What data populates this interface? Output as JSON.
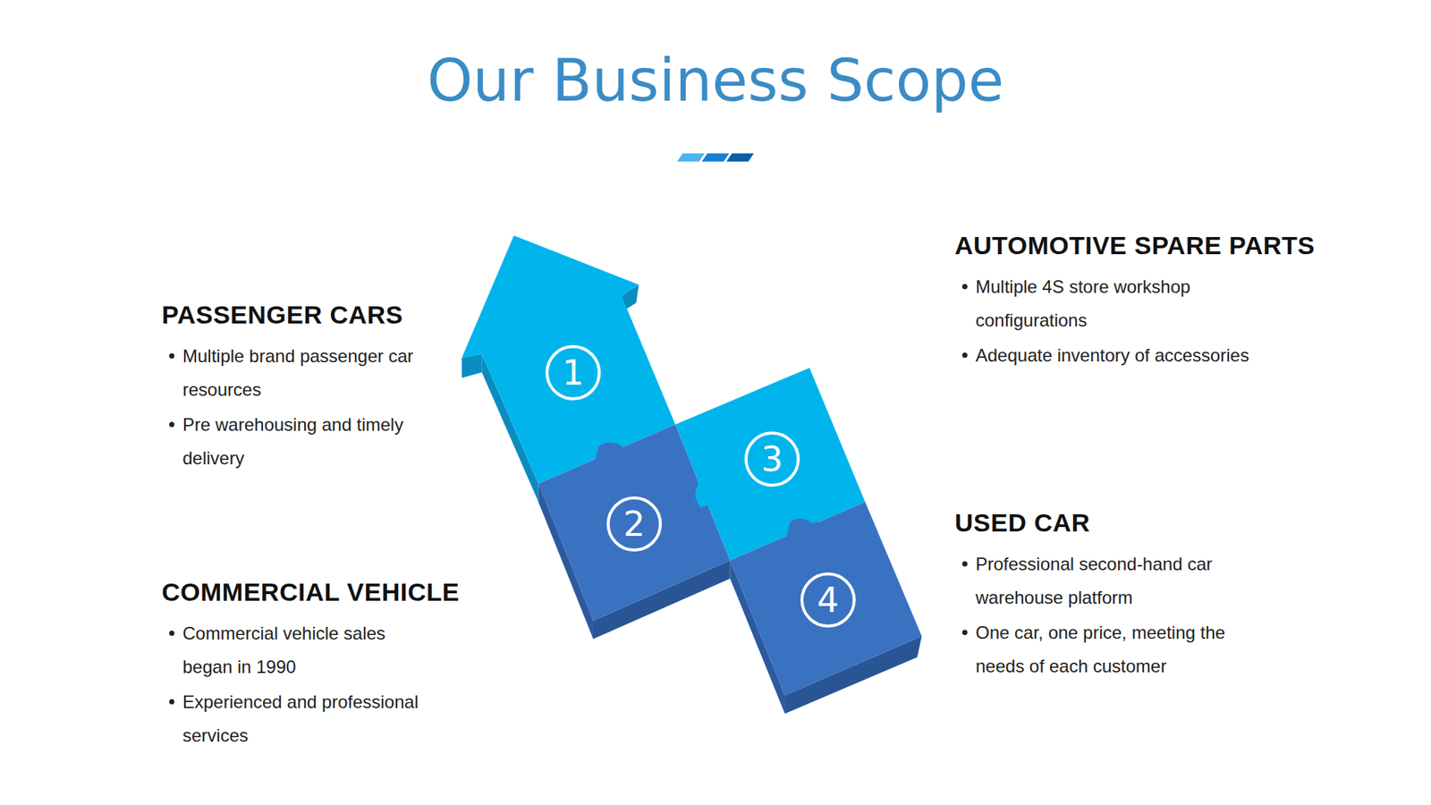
{
  "diagram": {
    "title": "Our Business Scope",
    "nodes": [
      {
        "text": [
          "1"
        ]
      },
      {
        "text": [
          "2"
        ]
      },
      {
        "text": [
          "3"
        ]
      },
      {
        "text": [
          "4"
        ]
      }
    ],
    "labels": [
      "PASSENGER CARS",
      "Multiple brand passenger car resources",
      "Pre warehousing and timely delivery",
      "COMMERCIAL VEHICLE",
      "Commercial vehicle sales began in 1990",
      "Experienced and professional services",
      "AUTOMOTIVE SPARE PARTS",
      "Multiple 4S store workshop configurations",
      "Adequate inventory of accessories",
      "USED CAR",
      "Professional second-hand car warehouse platform",
      "One car, one price, meeting the needs of each customer"
    ]
  }
}
